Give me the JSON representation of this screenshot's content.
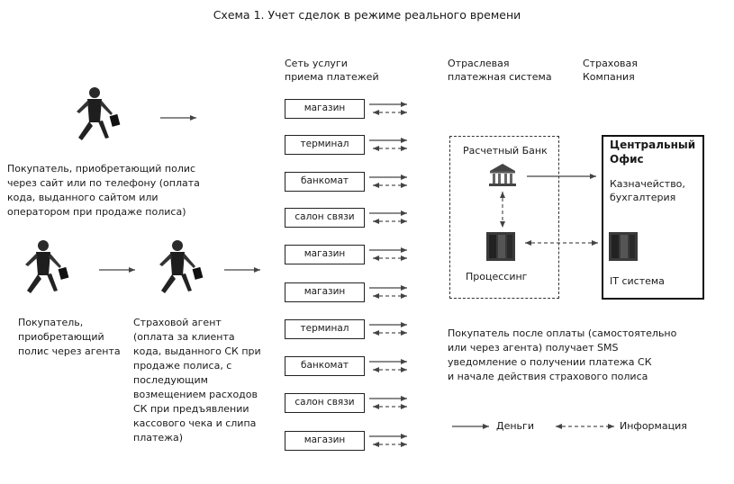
{
  "title": "Схема 1. Учет сделок в режиме реального времени",
  "headers": {
    "network": [
      "Сеть услуги",
      "приема платежей"
    ],
    "industry": [
      "Отраслевая",
      "платежная система"
    ],
    "insurer": [
      "Страховая",
      "Компания"
    ]
  },
  "buyer_online_text": [
    "Покупатель, приобретающий полис",
    "через сайт или по телефону (оплата",
    "кода, выданного сайтом или",
    "оператором при продаже полиса)"
  ],
  "buyer_agent_text": [
    "Покупатель,",
    "приобретающий",
    "полис через агента"
  ],
  "insurance_agent_text": [
    "Страховой агент",
    "(оплата за клиента",
    "кода, выданного СК при",
    "продаже полиса, с",
    "последующим",
    "возмещением расходов",
    "СК при предъявлении",
    "кассового чека и слипа",
    "платежа)"
  ],
  "network_points": [
    "магазин",
    "терминал",
    "банкомат",
    "салон связи",
    "магазин",
    "магазин",
    "терминал",
    "банкомат",
    "салон связи",
    "магазин"
  ],
  "settlement_bank": "Расчетный Банк",
  "processing": "Процессинг",
  "central_office": [
    "Центральный",
    "Офис"
  ],
  "treasury": [
    "Казначейство,",
    "бухгалтерия"
  ],
  "it_system": "IT система",
  "sms_note": [
    "Покупатель после оплаты (самостоятельно",
    "или через агента) получает SMS",
    "уведомление о получении платежа СК",
    "и начале действия страхового полиса"
  ],
  "legend": {
    "money": "Деньги",
    "info": "Информация"
  }
}
